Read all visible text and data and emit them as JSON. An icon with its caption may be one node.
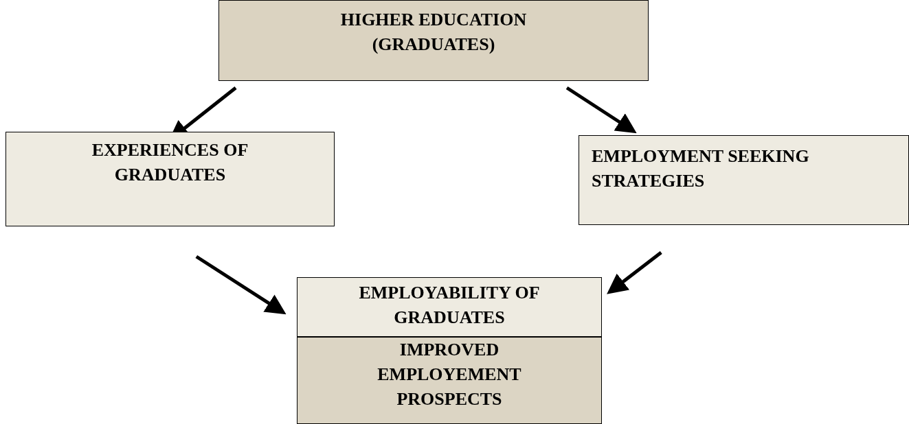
{
  "diagram": {
    "nodes": [
      {
        "text": [
          "HIGHER EDUCATION (GRADUATES)"
        ]
      },
      {
        "text": [
          "EXPERIENCES OF GRADUATES"
        ]
      },
      {
        "text": [
          "EMPLOYMENT SEEKING STRATEGIES"
        ]
      },
      {
        "text": [
          "EMPLOYABILITY OF GRADUATES"
        ]
      },
      {
        "text": [
          "IMPROVED EMPLOYEMENT PROSPECTS"
        ]
      }
    ],
    "edges": [
      {
        "from": 0,
        "to": 1,
        "arrow": "to"
      },
      {
        "from": 0,
        "to": 2,
        "arrow": "to"
      },
      {
        "from": 1,
        "to": 3,
        "arrow": "to"
      },
      {
        "from": 2,
        "to": 3,
        "arrow": "to"
      }
    ]
  }
}
